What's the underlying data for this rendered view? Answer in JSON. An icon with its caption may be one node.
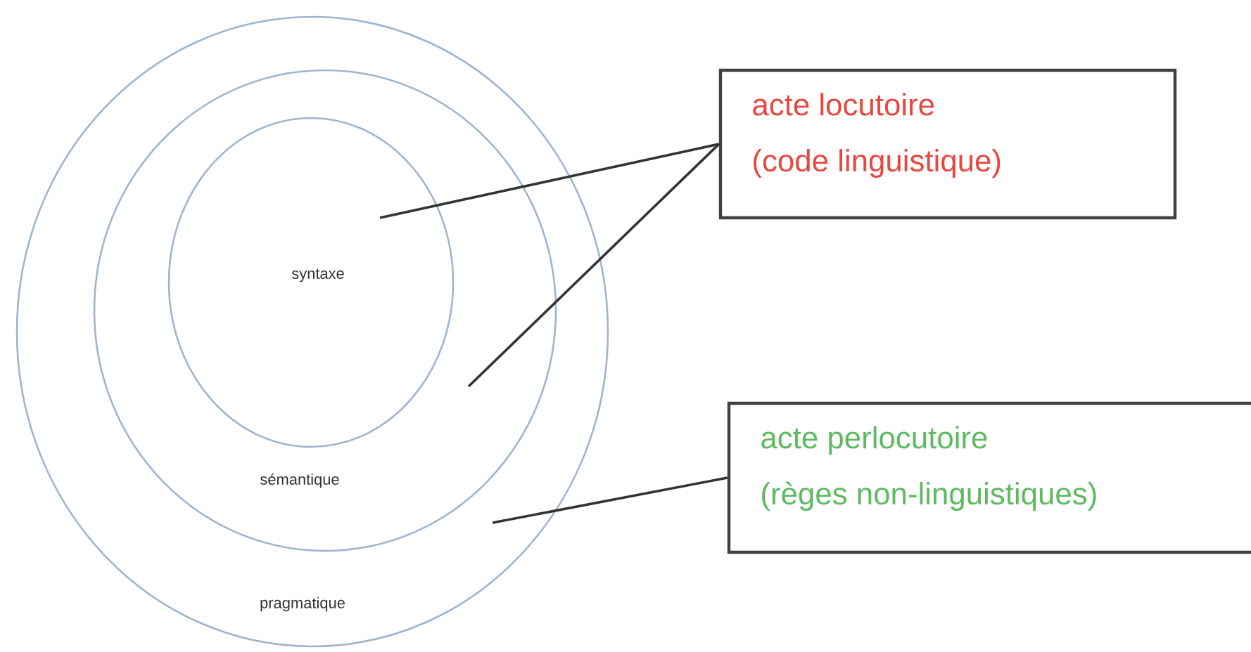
{
  "diagram": {
    "nodes": [
      {
        "text": [
          "pragmatique"
        ]
      },
      {
        "text": [
          "sémantique"
        ],
        "in": 0
      },
      {
        "text": [
          "syntaxe"
        ],
        "in": 1
      },
      {
        "text": [
          "acte locutoire",
          "(code linguistique)"
        ]
      },
      {
        "text": [
          "acte perlocutoire",
          "(règes non-linguistiques)"
        ]
      }
    ],
    "edges": [
      {
        "from": 3,
        "to": 2,
        "arrow": "none"
      },
      {
        "from": 3,
        "to": 1,
        "arrow": "none"
      },
      {
        "from": 4,
        "to": 0,
        "arrow": "none"
      }
    ]
  }
}
